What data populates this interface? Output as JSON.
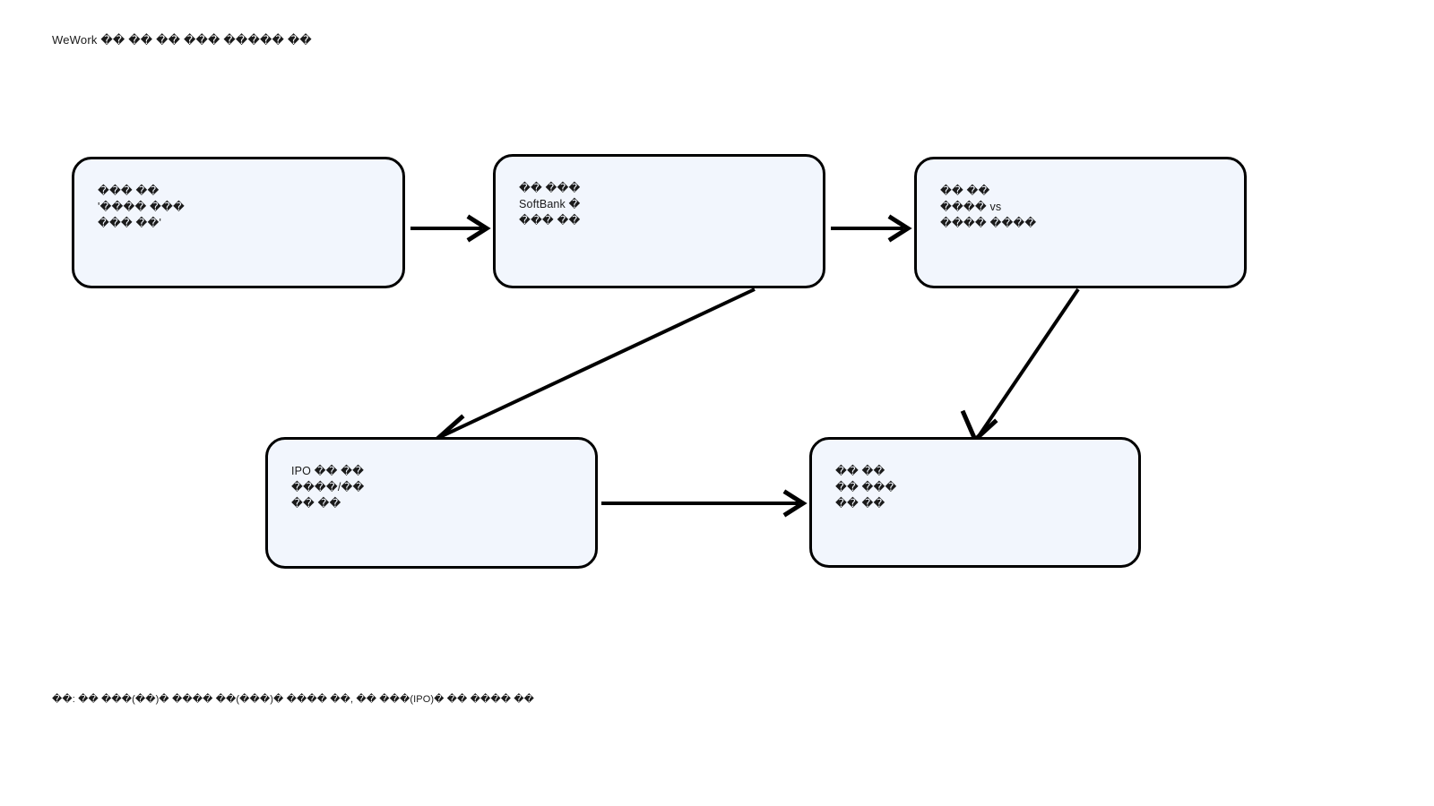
{
  "title": "WeWork �� �� �� ��� ����� ��",
  "caption": "��: �� ���(��)� ���� ��(���)� ���� ��, �� ���(IPO)� �� ���� ��",
  "nodes": [
    {
      "id": "brand-promise",
      "lines": [
        "��� ��",
        "'���� ���",
        "��� ��'"
      ]
    },
    {
      "id": "softbank",
      "lines": [
        "�� ���",
        "SoftBank �",
        "��� ��"
      ]
    },
    {
      "id": "valuation",
      "lines": [
        "�� ��",
        "���� vs",
        "���� ����"
      ]
    },
    {
      "id": "ipo",
      "lines": [
        "IPO �� ��",
        "����/��",
        "�� ��"
      ]
    },
    {
      "id": "outcome",
      "lines": [
        "�� ��",
        "�� ���",
        "�� ��"
      ]
    }
  ],
  "colors": {
    "node_fill": "#f2f6fd",
    "node_border": "#000000",
    "connector": "#000000",
    "text": "#1a1a1a",
    "background": "#ffffff"
  }
}
